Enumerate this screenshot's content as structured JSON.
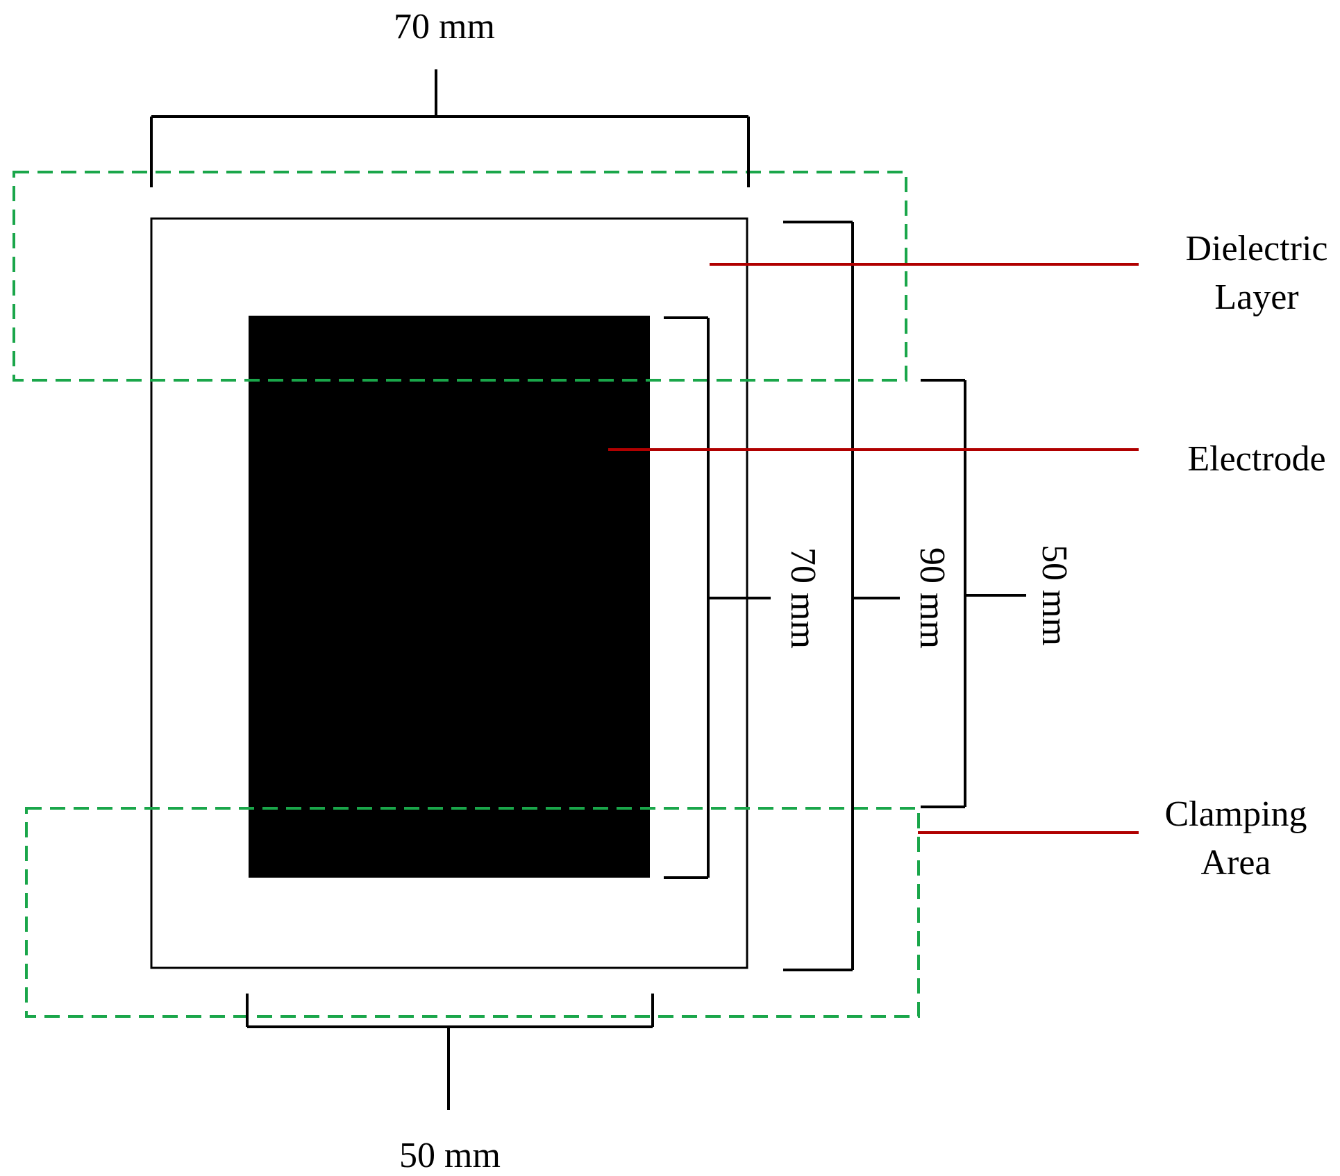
{
  "dimensions": {
    "top_width": "70 mm",
    "bottom_width": "50 mm",
    "electrode_height": "70 mm",
    "dielectric_height": "90 mm",
    "clamp_gap_height": "50 mm"
  },
  "labels": {
    "dielectric": [
      "Dielectric",
      "Layer"
    ],
    "electrode": "Electrode",
    "clamping": [
      "Clamping",
      "Area"
    ]
  },
  "colors": {
    "outline": "#000000",
    "electrode_fill": "#000000",
    "leader_line": "#b00000",
    "clamp_dash": "#1aa64a"
  }
}
